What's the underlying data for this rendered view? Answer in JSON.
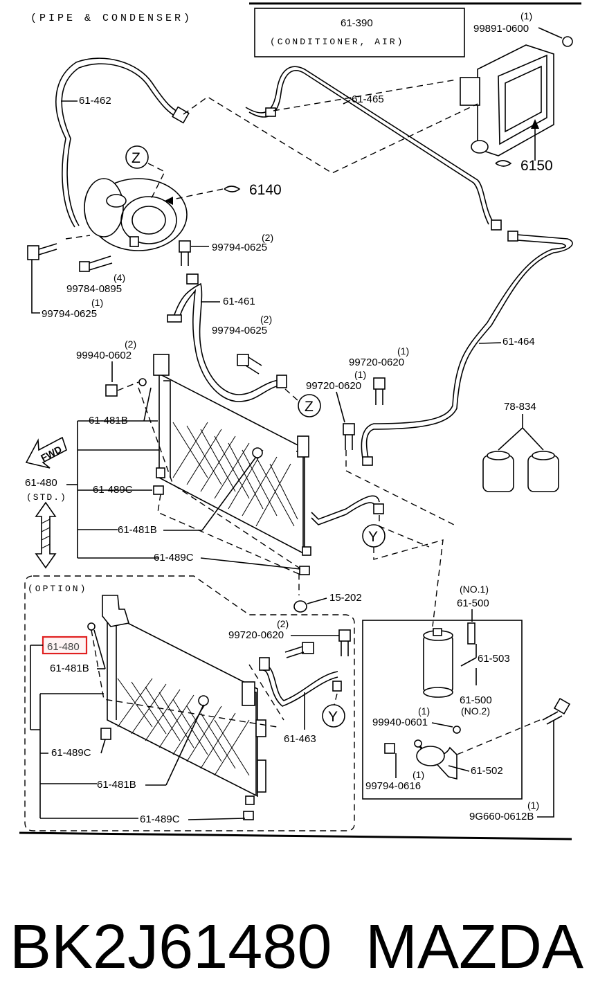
{
  "header": {
    "section_title": "(PIPE & CONDENSER)",
    "ac_unit_code": "61-390",
    "ac_unit_name": "(CONDITIONER, AIR)"
  },
  "labels": {
    "p99891_qty": "(1)",
    "p99891": "99891-0600",
    "p61462": "61-462",
    "p61465": "61-465",
    "p6150": "6150",
    "zone_z": "Z",
    "p6140": "6140",
    "p99794_0625_a_qty": "(2)",
    "p99794_0625_a": "99794-0625",
    "p99784_qty": "(4)",
    "p99784": "99784-0895",
    "p99794_0625_b_qty": "(1)",
    "p99794_0625_b": "99794-0625",
    "p61461": "61-461",
    "p99794_0625_c_qty": "(2)",
    "p99794_0625_c": "99794-0625",
    "p99940_0602_qty": "(2)",
    "p99940_0602": "99940-0602",
    "p99720_0620_a_qty": "(1)",
    "p99720_0620_a": "99720-0620",
    "p99720_0620_b_qty": "(1)",
    "p99720_0620_b": "99720-0620",
    "p61464": "61-464",
    "p78834": "78-834",
    "p61481b_top": "61-481B",
    "fwd": "FWD",
    "p61480_std": "61-480",
    "std": "(STD.)",
    "p61489c_a": "61-489C",
    "p61481b_mid": "61-481B",
    "zone_y": "Y",
    "p61489c_b": "61-489C",
    "option": "(OPTION)",
    "p15202": "15-202",
    "p99720_0620_c_qty": "(2)",
    "p99720_0620_c": "99720-0620",
    "p61480_opt": "61-480",
    "p61481b_opt_top": "61-481B",
    "p61463": "61-463",
    "p61489c_opt_a": "61-489C",
    "p61481b_opt_bottom": "61-481B",
    "p61489c_opt_b": "61-489C",
    "no1": "(NO.1)",
    "p61500_a": "61-500",
    "p61503": "61-503",
    "p61500_b": "61-500",
    "no2": "(NO.2)",
    "p99940_0601_qty": "(1)",
    "p99940_0601": "99940-0601",
    "p61502": "61-502",
    "p99794_0616_qty": "(1)",
    "p99794_0616": "99794-0616",
    "p9g660_qty": "(1)",
    "p9g660": "9G660-0612B"
  },
  "caption": {
    "part_number": "BK2J61480",
    "brand": "MAZDA"
  },
  "highlight_color": "#e02020"
}
